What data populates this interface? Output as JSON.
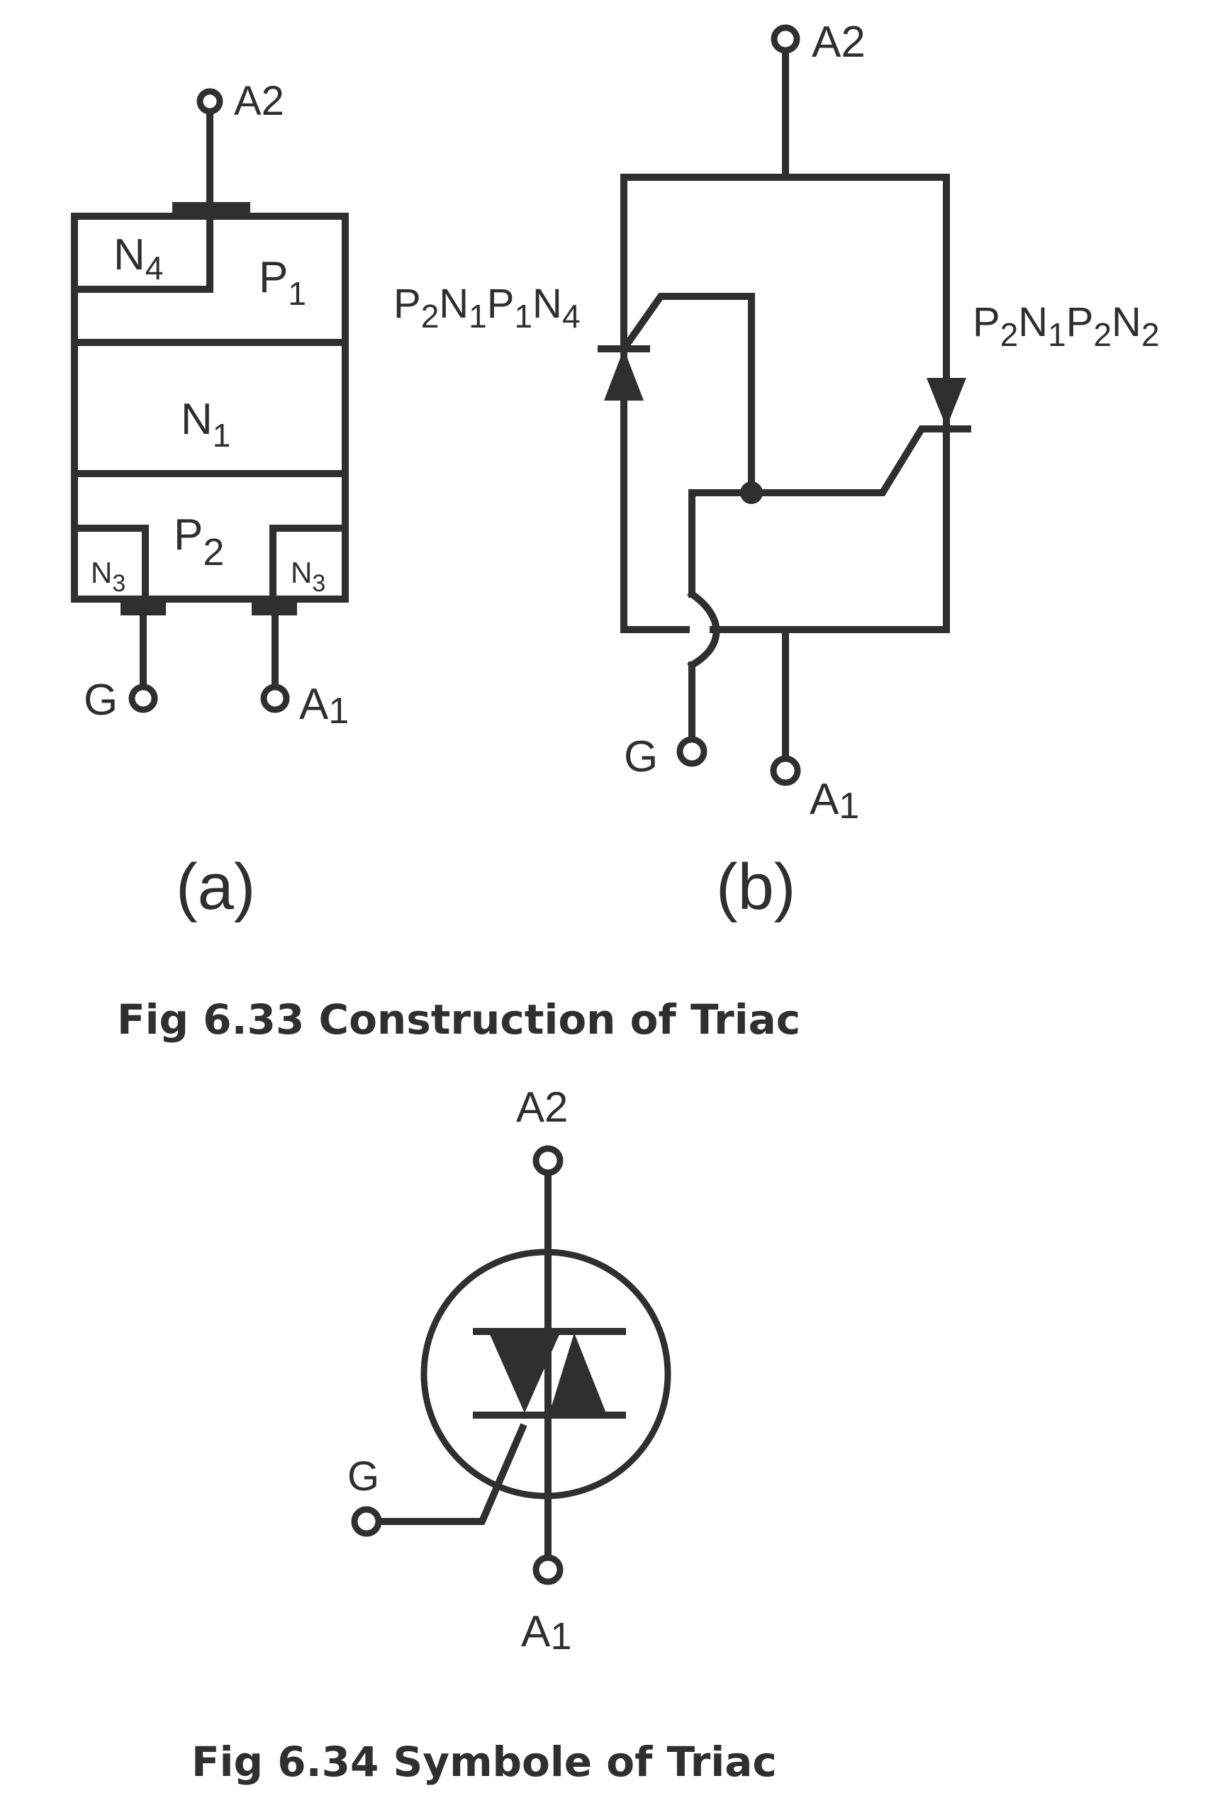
{
  "figure_a": {
    "terminal_top": "A2",
    "regions": {
      "n4": "N",
      "n4_sub": "4",
      "p1": "P",
      "p1_sub": "1",
      "n1": "N",
      "n1_sub": "1",
      "p2": "P",
      "p2_sub": "2",
      "n3": "N",
      "n3_sub": "3"
    },
    "terminal_gate": "G",
    "terminal_a1": "A",
    "terminal_a1_sub": "1",
    "label": "(a)"
  },
  "figure_b": {
    "terminal_top": "A2",
    "left_scr": [
      "P",
      "2",
      "N",
      "1",
      "P",
      "1",
      "N",
      "4"
    ],
    "right_scr": [
      "P",
      "2",
      "N",
      "1",
      "P",
      "2",
      "N",
      "2"
    ],
    "terminal_gate": "G",
    "terminal_a1": "A",
    "terminal_a1_sub": "1",
    "label": "(b)"
  },
  "caption_633": "Fig 6.33 Construction of Triac",
  "symbol": {
    "terminal_top": "A2",
    "terminal_gate": "G",
    "terminal_a1": "A",
    "terminal_a1_sub": "1"
  },
  "caption_634": "Fig 6.34 Symbole of Triac",
  "colors": {
    "ink": "#2f2f2f",
    "background": "#ffffff"
  }
}
